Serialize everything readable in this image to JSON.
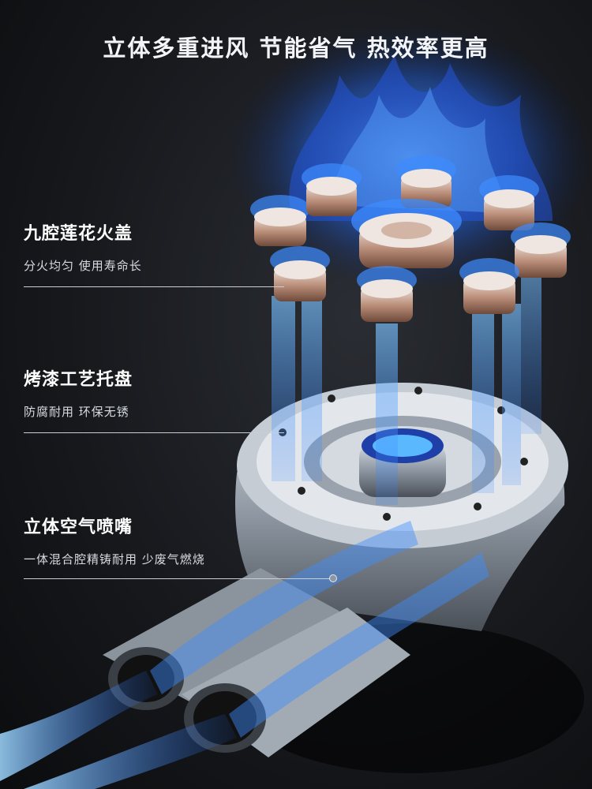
{
  "headline": "立体多重进风  节能省气  热效率更高",
  "features": [
    {
      "title": "九腔莲花火盖",
      "desc": "分火均匀  使用寿命长"
    },
    {
      "title": "烤漆工艺托盘",
      "desc": "防腐耐用  环保无锈"
    },
    {
      "title": "立体空气喷嘴",
      "desc": "一体混合腔精铸耐用  少废气燃烧"
    }
  ],
  "colors": {
    "flame_blue": "#2f7bff",
    "flame_glow": "#8fd0ff",
    "steel": "#9aa3ad",
    "copper": "#c08a6a"
  }
}
